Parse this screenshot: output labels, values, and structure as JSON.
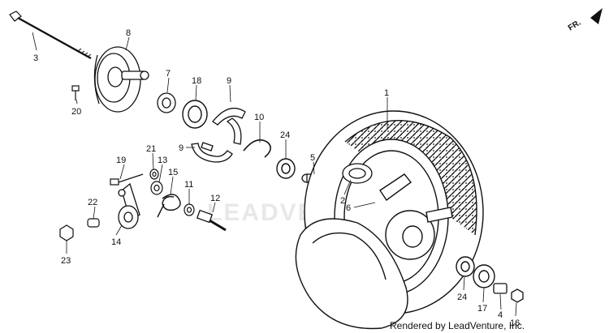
{
  "diagram": {
    "direction_marker": "FR.",
    "watermark": "LEADVENTURE",
    "credit": "Rendered by LeadVenture, Inc.",
    "callouts": [
      "1",
      "2",
      "3",
      "4",
      "5",
      "6",
      "7",
      "8",
      "9",
      "9",
      "10",
      "11",
      "12",
      "13",
      "14",
      "15",
      "16",
      "17",
      "18",
      "19",
      "20",
      "21",
      "22",
      "23",
      "24",
      "24"
    ]
  },
  "colors": {
    "line": "#111111",
    "background": "#ffffff",
    "watermark": "#e6e6e6"
  }
}
